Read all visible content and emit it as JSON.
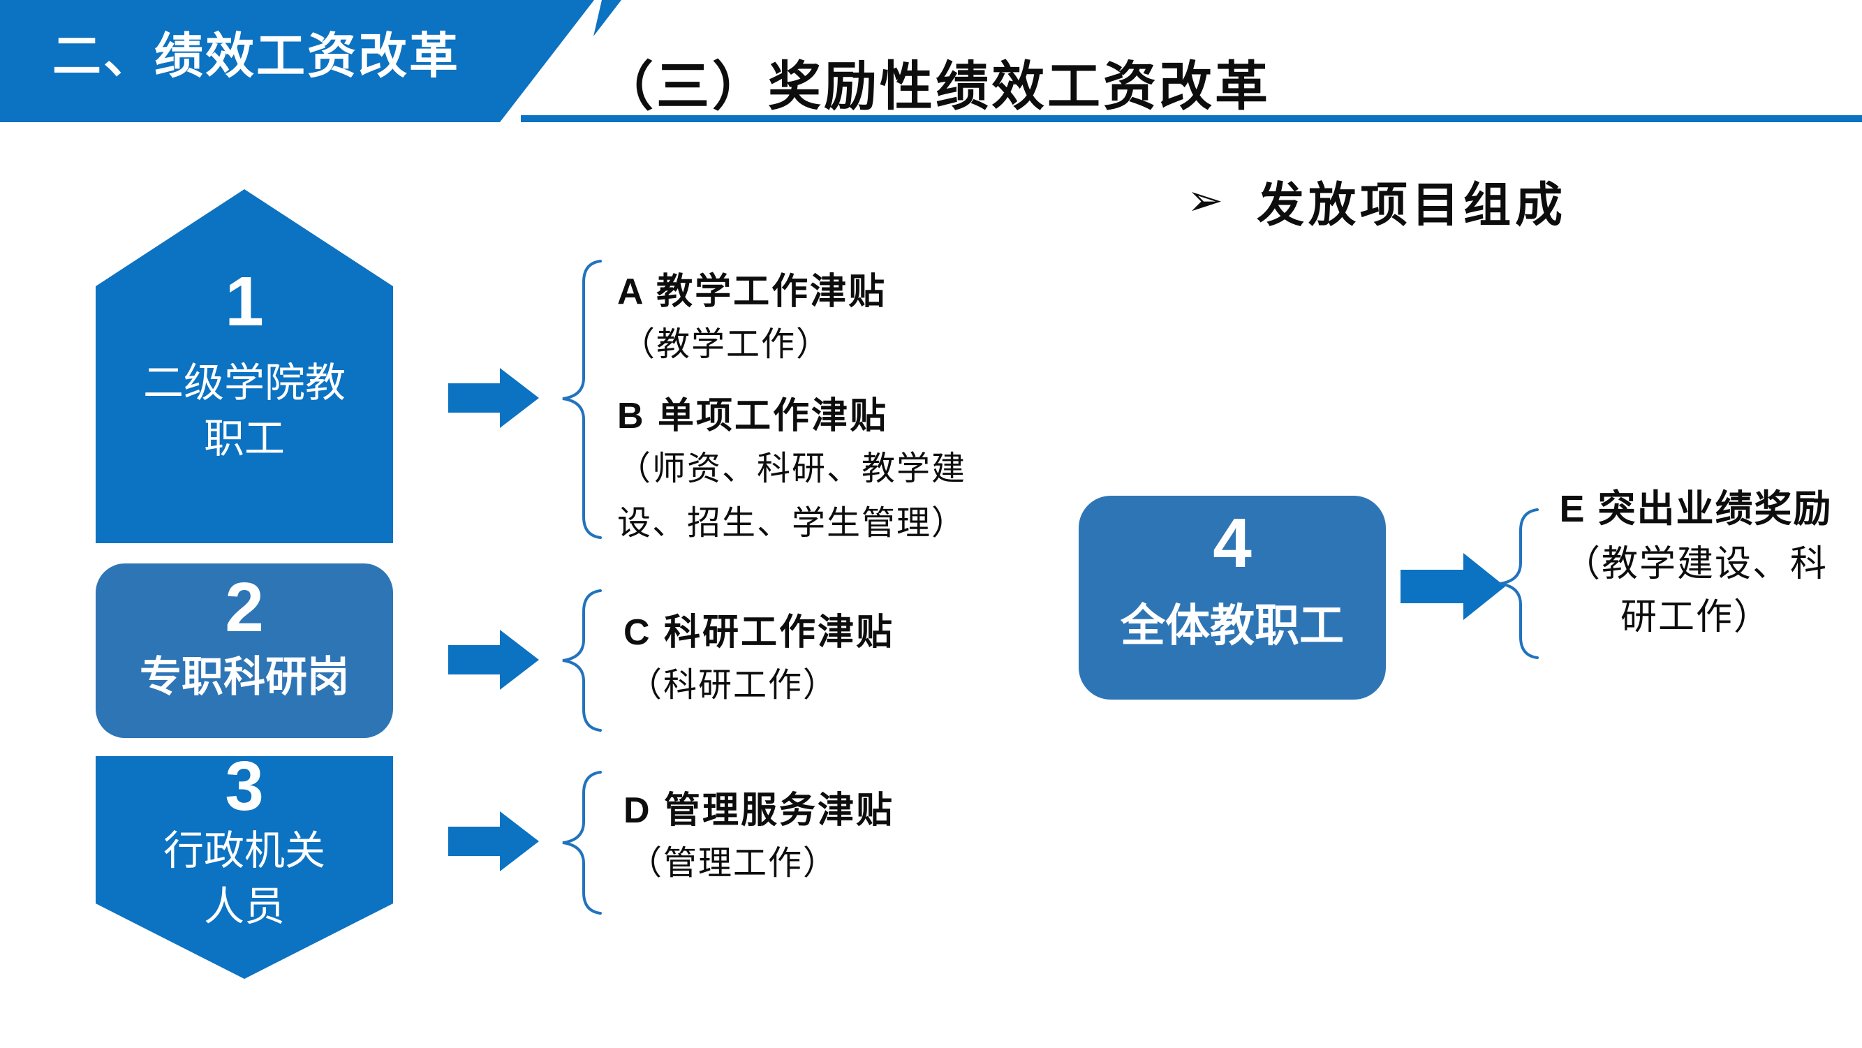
{
  "banner": {
    "title": "二、绩效工资改革",
    "fill": "#0C72C2",
    "text_color": "#ffffff"
  },
  "header": {
    "title": "（三）奖励性绩效工资改革",
    "underline_color": "#0C72C2"
  },
  "section_heading": {
    "bullet": "➢",
    "text": "发放项目组成"
  },
  "groups": [
    {
      "number": "1",
      "shape": "pentagon-up",
      "fill": "#0C72C2",
      "label_lines": [
        "二级学院教",
        "职工"
      ]
    },
    {
      "number": "2",
      "shape": "rounded-rect",
      "fill": "#2E75B6",
      "label_lines": [
        "专职科研岗"
      ]
    },
    {
      "number": "3",
      "shape": "pentagon-down",
      "fill": "#0C72C2",
      "label_lines": [
        "行政机关",
        "人员"
      ]
    },
    {
      "number": "4",
      "shape": "rounded-rect",
      "fill": "#2E75B6",
      "label_lines": [
        "全体教职工"
      ]
    }
  ],
  "items": [
    {
      "id": "A",
      "title": "A  教学工作津贴",
      "details": [
        "（教学工作）"
      ]
    },
    {
      "id": "B",
      "title": "B  单项工作津贴",
      "details": [
        "（师资、科研、教学建",
        "设、招生、学生管理）"
      ]
    },
    {
      "id": "C",
      "title": "C  科研工作津贴",
      "details": [
        "（科研工作）"
      ]
    },
    {
      "id": "D",
      "title": "D 管理服务津贴",
      "details": [
        "（管理工作）"
      ]
    },
    {
      "id": "E",
      "title": "E 突出业绩奖励",
      "details": [
        "（教学建设、科",
        "研工作）"
      ]
    }
  ],
  "colors": {
    "accent_blue": "#0C72C2",
    "muted_blue": "#2E75B6",
    "brace_blue": "#2173BE",
    "text_black": "#0d0d0d",
    "background": "#ffffff"
  }
}
